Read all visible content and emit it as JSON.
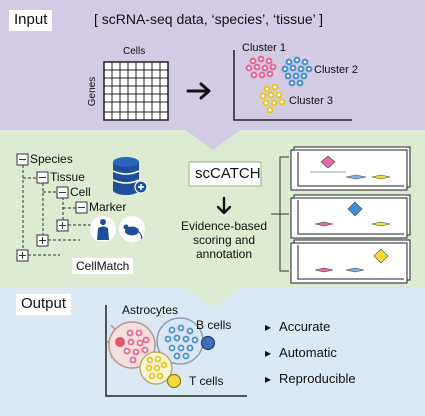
{
  "input": {
    "label": "Input",
    "header": "[ scRNA-seq data, ‘species’, ‘tissue’ ]",
    "matrix": {
      "cols_label": "Cells",
      "rows_label": "Genes"
    },
    "clusters": [
      "Cluster 1",
      "Cluster 2",
      "Cluster 3"
    ]
  },
  "middle": {
    "tree": [
      "Species",
      "Tissue",
      "Cell",
      "Marker"
    ],
    "cellmatch_label": "CellMatch",
    "tool_name": "scCATCH",
    "scoring_lines": [
      "Evidence-based",
      "scoring and",
      "annotation"
    ]
  },
  "output": {
    "label": "Output",
    "cells": [
      "Astrocytes",
      "B cells",
      "T cells"
    ],
    "features": [
      "Accurate",
      "Automatic",
      "Reproducible"
    ]
  },
  "colors": {
    "input_band": "#d2cbe3",
    "middle_band": "#dcebd2",
    "output_band": "#dbe9f4",
    "cluster1": "#ec5f8c",
    "cluster2": "#3f8fd3",
    "cluster3": "#f2dc3c",
    "database": "#1f4f9a"
  }
}
